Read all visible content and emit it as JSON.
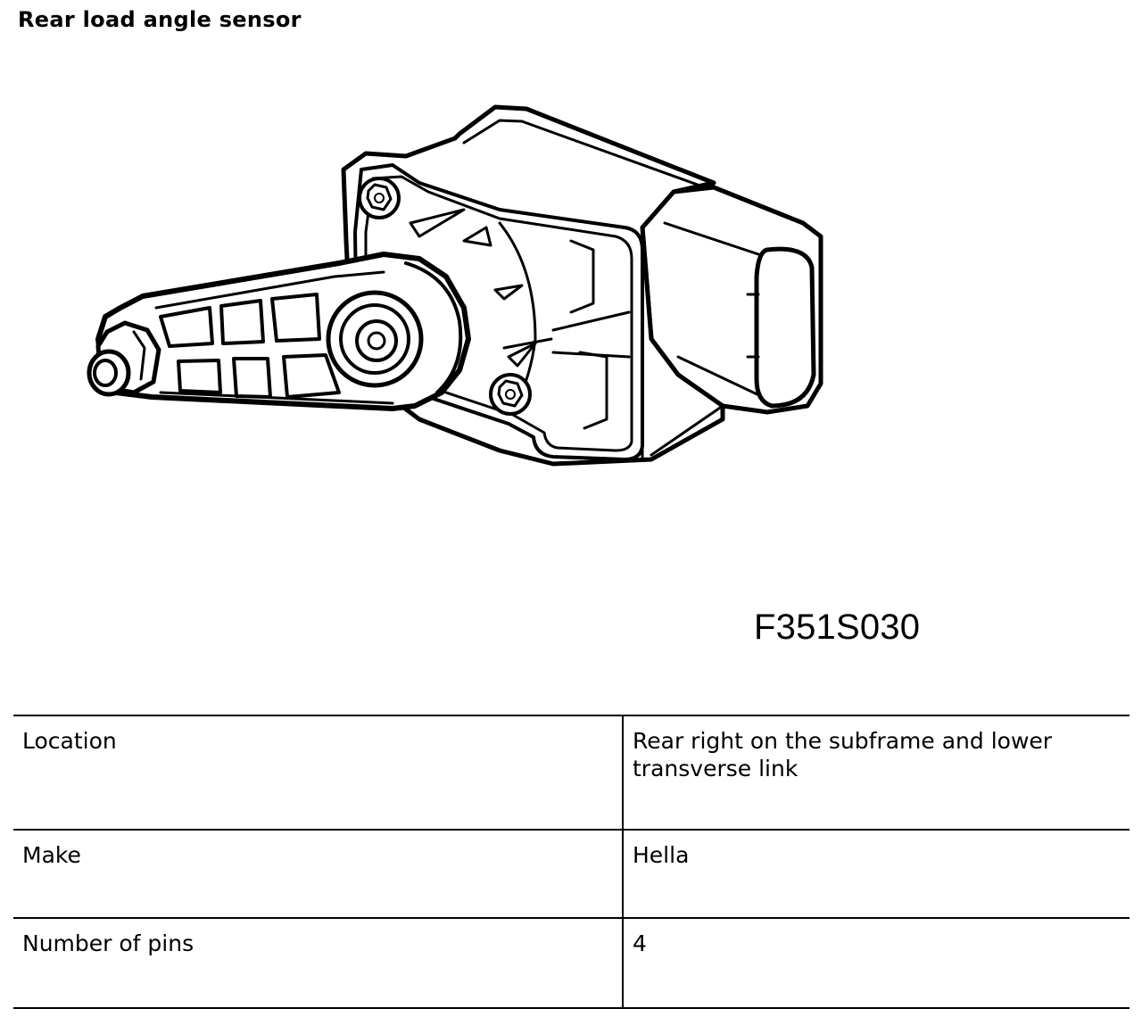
{
  "header": {
    "title": "Rear load angle sensor"
  },
  "figure": {
    "code": "F351S030"
  },
  "spec_table": {
    "rows": [
      {
        "label": "Location",
        "value": "Rear right on the subframe and lower transverse link"
      },
      {
        "label": "Make",
        "value": "Hella"
      },
      {
        "label": "Number of pins",
        "value": "4"
      }
    ]
  }
}
